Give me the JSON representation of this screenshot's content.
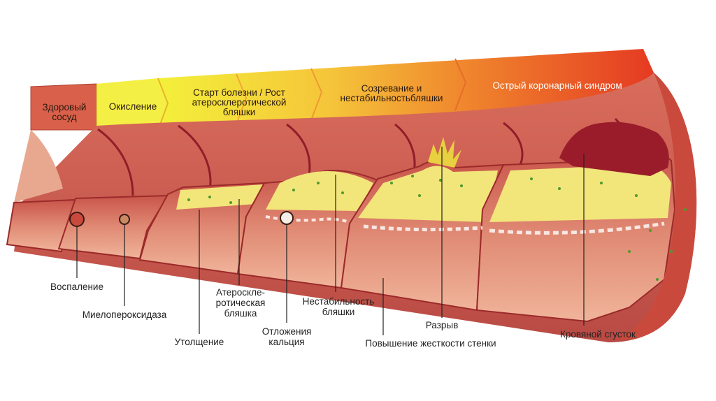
{
  "stages": [
    {
      "id": "healthy",
      "label": "Здоровый\nсосуд"
    },
    {
      "id": "oxidation",
      "label": "Окисление"
    },
    {
      "id": "start",
      "label": "Старт болезни / Рост\nатеросклеротической\nбляшки"
    },
    {
      "id": "maturation",
      "label": "Созревание и\nнестабильностьбляшки"
    },
    {
      "id": "acute",
      "label": "Острый коронарный синдром"
    }
  ],
  "labels": {
    "inflammation": "Воспаление",
    "myeloperoxidase": "Миелопероксидаза",
    "thickening": "Утолщение",
    "plaque": "Атероскле-\nротическая\nбляшка",
    "calcium": "Отложения\nкальция",
    "instability": "Нестабильность\nбляшки",
    "stiffness": "Повышение жесткости стенки",
    "rupture": "Разрыв",
    "clot": "Кровяной сгусток"
  },
  "colors": {
    "healthy_box": "#d9604a",
    "oxidation": "#f3ee3a",
    "acute": "#e53a22",
    "vessel": "#dc7a68",
    "plaque": "#f2e57a",
    "clot": "#9a1c2a"
  }
}
